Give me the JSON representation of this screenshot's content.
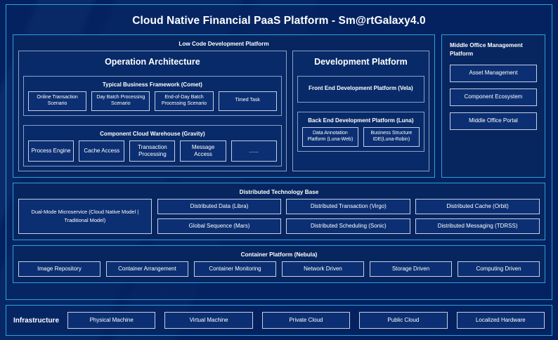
{
  "page": {
    "title": "Cloud Native Financial PaaS Platform - Sm@rtGalaxy4.0",
    "accent_border": "#2f9fe0",
    "background": "#03215e",
    "panel_background": "#072660",
    "chip_background": "#0b2f72",
    "chip_border": "#c7cfe4",
    "text_color": "#ffffff"
  },
  "low_code": {
    "title": "Low Code Development Platform",
    "operation_architecture": {
      "title": "Operation Architecture",
      "typical_business_framework": {
        "title": "Typical Business Framework (Comet)",
        "items": [
          "Online Transaction Scenario",
          "Day Batch Processing Scenario",
          "End-of-Day Batch Processing Scenario",
          "Timed Task"
        ]
      },
      "component_cloud_warehouse": {
        "title": "Component Cloud Warehouse (Gravity)",
        "items": [
          "Process Engine",
          "Cache Access",
          "Transaction Processing",
          "Message Access",
          "......"
        ]
      }
    },
    "development_platform": {
      "title": "Development Platform",
      "front_end": {
        "title": "Front End Development Platform (Vela)"
      },
      "back_end": {
        "title": "Back End Development Platform (Luna)",
        "items": [
          "Data Annotation Platform (Luna-Web)",
          "Business Structure IDE(Luna-Robin)"
        ]
      }
    }
  },
  "middle_office": {
    "title": "Middle Office Management Platform",
    "items": [
      "Asset Management",
      "Component Ecosystem",
      "Middle Office Portal"
    ]
  },
  "distributed_technology_base": {
    "title": "Distributed Technology Base",
    "dual_mode": "Dual-Mode Microservice (Cloud Native Model | Traditional Model)",
    "row_1": [
      "Distributed Data (Libra)",
      "Distributed Transaction (Virgo)",
      "Distributed Cache (Orbit)"
    ],
    "row_2": [
      "Global Sequence (Mars)",
      "Distributed Scheduling (Sonic)",
      "Distributed Messaging (TDRSS)"
    ]
  },
  "container_platform": {
    "title": "Container Platform (Nebula)",
    "items": [
      "Image Repository",
      "Container Arrangement",
      "Container Monitoring",
      "Network Driven",
      "Storage Driven",
      "Computing Driven"
    ]
  },
  "infrastructure": {
    "label": "Infrastructure",
    "items": [
      "Physical Machine",
      "Virtual Machine",
      "Private Cloud",
      "Public Cloud",
      "Localized Hardware"
    ]
  }
}
